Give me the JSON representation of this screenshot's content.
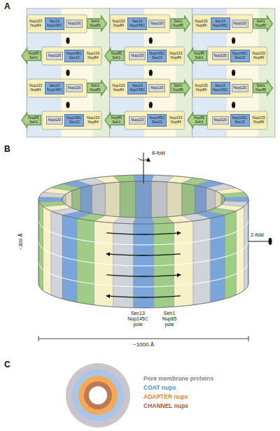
{
  "diagram": {
    "nodes": [
      {
        "text": [
          "Nup133",
          "Nup84"
        ]
      },
      {
        "text": [
          "Sec13",
          "Nup145C"
        ]
      },
      {
        "text": [
          "Nup120"
        ]
      },
      {
        "text": [
          "Seh1",
          "Nup85"
        ]
      },
      {
        "text": [
          "Nup133",
          "Nup84"
        ]
      },
      {
        "text": [
          "Sec13",
          "Nup145C"
        ]
      },
      {
        "text": [
          "Nup120"
        ]
      },
      {
        "text": [
          "Seh1",
          "Nup85"
        ]
      },
      {
        "text": [
          "Nup133",
          "Nup84"
        ]
      },
      {
        "text": [
          "Sec13",
          "Nup145C"
        ]
      },
      {
        "text": [
          "Nup120"
        ]
      },
      {
        "text": [
          "Seh1",
          "Nup85"
        ]
      },
      {
        "text": [
          "Nup85",
          "Seh1"
        ]
      },
      {
        "text": [
          "Nup120"
        ]
      },
      {
        "text": [
          "Nup145C",
          "Sec13"
        ]
      },
      {
        "text": [
          "Nup133",
          "Nup84"
        ]
      },
      {
        "text": [
          "Nup85",
          "Seh1"
        ]
      },
      {
        "text": [
          "Nup120"
        ]
      },
      {
        "text": [
          "Nup145C",
          "Sec13"
        ]
      },
      {
        "text": [
          "Nup133",
          "Nup84"
        ]
      },
      {
        "text": [
          "Nup85",
          "Seh1"
        ]
      },
      {
        "text": [
          "Nup120"
        ]
      },
      {
        "text": [
          "Nup145C",
          "Sec13"
        ]
      },
      {
        "text": [
          "Nup133",
          "Nup84"
        ]
      },
      {
        "text": [
          "Nup133",
          "Nup84"
        ]
      },
      {
        "text": [
          "Sec13",
          "Nup145C"
        ]
      },
      {
        "text": [
          "Nup120"
        ]
      },
      {
        "text": [
          "Seh1",
          "Nup85"
        ]
      },
      {
        "text": [
          "Nup133",
          "Nup84"
        ]
      },
      {
        "text": [
          "Sec13",
          "Nup145C"
        ]
      },
      {
        "text": [
          "Nup120"
        ]
      },
      {
        "text": [
          "Seh1",
          "Nup85"
        ]
      },
      {
        "text": [
          "Nup133",
          "Nup84"
        ]
      },
      {
        "text": [
          "Sec13",
          "Nup145C"
        ]
      },
      {
        "text": [
          "Nup120"
        ]
      },
      {
        "text": [
          "Seh1",
          "Nup85"
        ]
      },
      {
        "text": [
          "Nup85",
          "Seh1"
        ]
      },
      {
        "text": [
          "Nup120"
        ]
      },
      {
        "text": [
          "Nup145C",
          "Sec13"
        ]
      },
      {
        "text": [
          "Nup133",
          "Nup84"
        ]
      },
      {
        "text": [
          "Nup85",
          "Seh1"
        ]
      },
      {
        "text": [
          "Nup120"
        ]
      },
      {
        "text": [
          "Nup145C",
          "Sec13"
        ]
      },
      {
        "text": [
          "Nup133",
          "Nup84"
        ]
      },
      {
        "text": [
          "Nup85",
          "Seh1"
        ]
      },
      {
        "text": [
          "Nup120"
        ]
      },
      {
        "text": [
          "Nup145C",
          "Sec13"
        ]
      },
      {
        "text": [
          "Nup133",
          "Nup84"
        ]
      }
    ],
    "labels": [
      "A",
      "B",
      "C",
      "8-fold",
      "~300 Å",
      "2-fold",
      "Sec13 Nup145C pole",
      "Seh1 Nup85 pole",
      "~1000 Å"
    ],
    "legend": [
      {
        "text": "Pore membrane proteins",
        "color": "#cbc4cc"
      },
      {
        "text": "COAT nups",
        "color": "#a9c6e8"
      },
      {
        "text": "ADAPTER nups",
        "color": "#f5a855"
      },
      {
        "text": "CHANNEL nups",
        "color": "#bb7a55"
      }
    ]
  }
}
